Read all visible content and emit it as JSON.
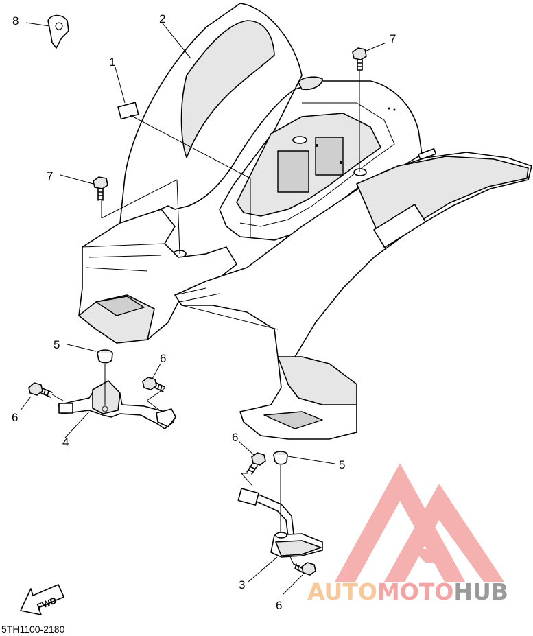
{
  "diagram": {
    "drawing_code": "5TH1100-2180",
    "direction_label": "FWD",
    "callouts": [
      {
        "id": "c1",
        "label": "1"
      },
      {
        "id": "c2",
        "label": "2"
      },
      {
        "id": "c3",
        "label": "3"
      },
      {
        "id": "c4",
        "label": "4"
      },
      {
        "id": "c5a",
        "label": "5"
      },
      {
        "id": "c5b",
        "label": "5"
      },
      {
        "id": "c6a",
        "label": "6"
      },
      {
        "id": "c6b",
        "label": "6"
      },
      {
        "id": "c6c",
        "label": "6"
      },
      {
        "id": "c6d",
        "label": "6"
      },
      {
        "id": "c7a",
        "label": "7"
      },
      {
        "id": "c7b",
        "label": "7"
      },
      {
        "id": "c8",
        "label": "8"
      }
    ]
  },
  "watermark": {
    "parts": [
      "AUTO",
      "MOTO",
      "HUB"
    ],
    "colors": {
      "auto": "#f7c99a",
      "moto": "#f6a3a3",
      "hub": "#9a9a9a",
      "logo": "#f4a3a3"
    }
  }
}
